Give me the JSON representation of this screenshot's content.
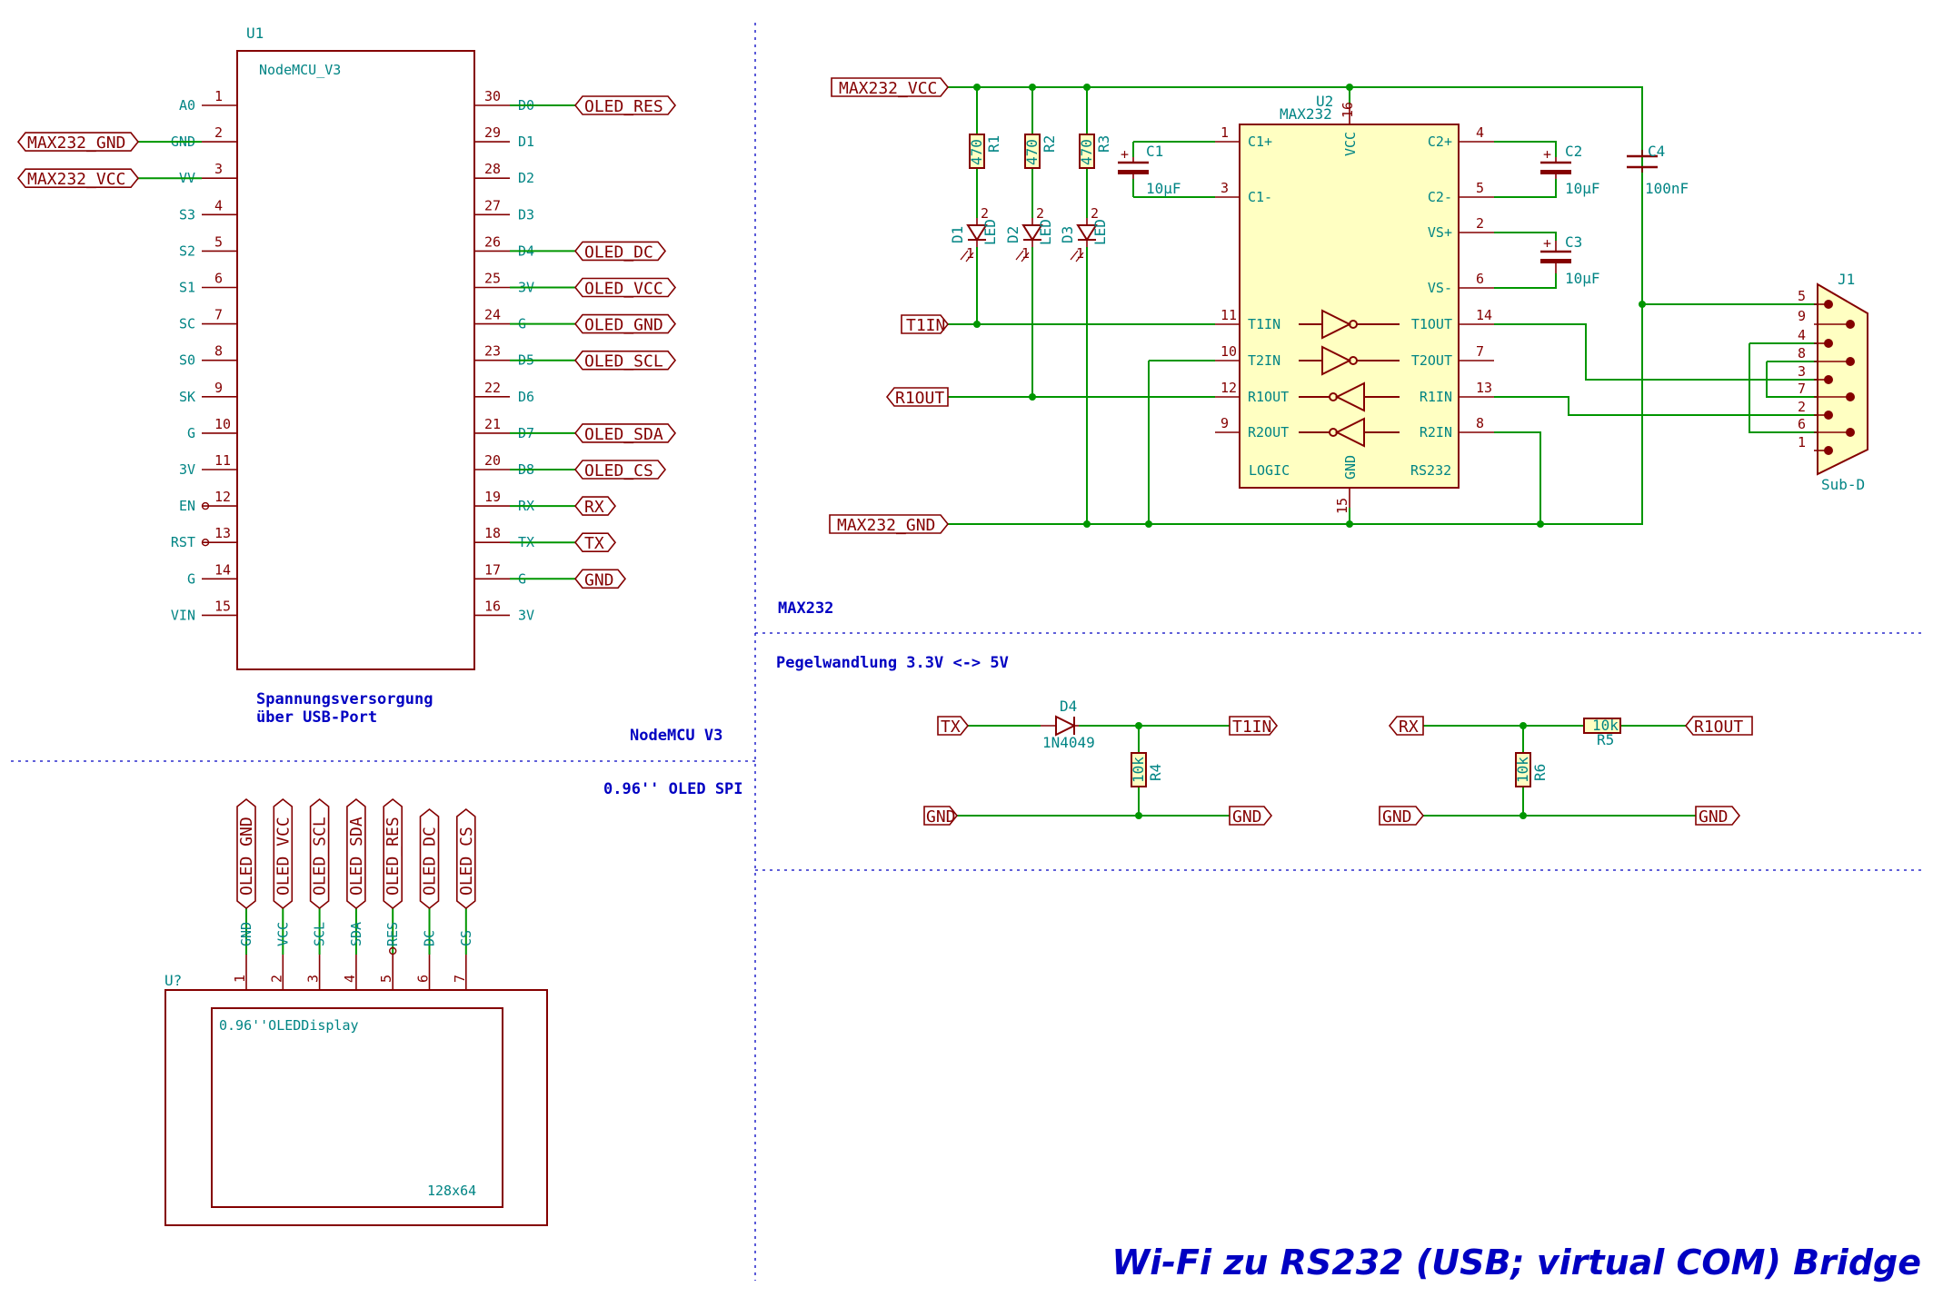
{
  "title": "Wi-Fi zu RS232 (USB; virtual COM) Bridge",
  "colors": {
    "wire": "#009600",
    "component": "#840000",
    "fill": "#ffffc2",
    "pin_text": "#008484",
    "note": "#0000c2",
    "sheet_border": "#0000c2"
  },
  "nodemcu": {
    "ref": "U1",
    "name": "NodeMCU_V3",
    "left_pins": [
      {
        "name": "A0",
        "num": "1",
        "label": ""
      },
      {
        "name": "GND",
        "num": "2",
        "label": "MAX232_GND"
      },
      {
        "name": "VV",
        "num": "3",
        "label": "MAX232_VCC"
      },
      {
        "name": "S3",
        "num": "4",
        "label": ""
      },
      {
        "name": "S2",
        "num": "5",
        "label": ""
      },
      {
        "name": "S1",
        "num": "6",
        "label": ""
      },
      {
        "name": "SC",
        "num": "7",
        "label": ""
      },
      {
        "name": "S0",
        "num": "8",
        "label": ""
      },
      {
        "name": "SK",
        "num": "9",
        "label": ""
      },
      {
        "name": "G",
        "num": "10",
        "label": ""
      },
      {
        "name": "3V",
        "num": "11",
        "label": ""
      },
      {
        "name": "EN",
        "num": "12",
        "label": ""
      },
      {
        "name": "RST",
        "num": "13",
        "label": ""
      },
      {
        "name": "G",
        "num": "14",
        "label": ""
      },
      {
        "name": "VIN",
        "num": "15",
        "label": ""
      }
    ],
    "right_pins": [
      {
        "name": "D0",
        "num": "30",
        "label": "OLED_RES"
      },
      {
        "name": "D1",
        "num": "29",
        "label": ""
      },
      {
        "name": "D2",
        "num": "28",
        "label": ""
      },
      {
        "name": "D3",
        "num": "27",
        "label": ""
      },
      {
        "name": "D4",
        "num": "26",
        "label": "OLED_DC"
      },
      {
        "name": "3V",
        "num": "25",
        "label": "OLED_VCC"
      },
      {
        "name": "G",
        "num": "24",
        "label": "OLED_GND"
      },
      {
        "name": "D5",
        "num": "23",
        "label": "OLED_SCL"
      },
      {
        "name": "D6",
        "num": "22",
        "label": ""
      },
      {
        "name": "D7",
        "num": "21",
        "label": "OLED_SDA"
      },
      {
        "name": "D8",
        "num": "20",
        "label": "OLED_CS"
      },
      {
        "name": "RX",
        "num": "19",
        "label": "RX"
      },
      {
        "name": "TX",
        "num": "18",
        "label": "TX"
      },
      {
        "name": "G",
        "num": "17",
        "label": "GND"
      },
      {
        "name": "3V",
        "num": "16",
        "label": ""
      }
    ],
    "power_note_1": "Spannungsversorgung",
    "power_note_2": "über USB-Port",
    "section_label": "NodeMCU V3"
  },
  "oled": {
    "section_label": "0.96'' OLED SPI",
    "ref": "U?",
    "name": "0.96''OLEDDisplay",
    "resolution": "128x64",
    "pins": [
      {
        "label": "OLED_GND",
        "name": "GND",
        "num": "1"
      },
      {
        "label": "OLED_VCC",
        "name": "VCC",
        "num": "2"
      },
      {
        "label": "OLED_SCL",
        "name": "SCL",
        "num": "3"
      },
      {
        "label": "OLED_SDA",
        "name": "SDA",
        "num": "4"
      },
      {
        "label": "OLED_RES",
        "name": "RES",
        "num": "5"
      },
      {
        "label": "OLED_DC",
        "name": "DC",
        "num": "6"
      },
      {
        "label": "OLED_CS",
        "name": "CS",
        "num": "7"
      }
    ]
  },
  "max232": {
    "section_label": "MAX232",
    "ref": "U2",
    "name": "MAX232",
    "labels": {
      "vcc": "MAX232_VCC",
      "gnd": "MAX232_GND",
      "t1in": "T1IN",
      "r1out": "R1OUT"
    },
    "left_pins": [
      {
        "name": "C1+",
        "num": "1"
      },
      {
        "name": "C1-",
        "num": "3"
      },
      {
        "name": "T1IN",
        "num": "11"
      },
      {
        "name": "T2IN",
        "num": "10"
      },
      {
        "name": "R1OUT",
        "num": "12"
      },
      {
        "name": "R2OUT",
        "num": "9"
      }
    ],
    "right_pins": [
      {
        "name": "C2+",
        "num": "4"
      },
      {
        "name": "C2-",
        "num": "5"
      },
      {
        "name": "VS+",
        "num": "2"
      },
      {
        "name": "VS-",
        "num": "6"
      },
      {
        "name": "T1OUT",
        "num": "14"
      },
      {
        "name": "T2OUT",
        "num": "7"
      },
      {
        "name": "R1IN",
        "num": "13"
      },
      {
        "name": "R2IN",
        "num": "8"
      }
    ],
    "vcc_pin": {
      "name": "VCC",
      "num": "16"
    },
    "gnd_pin": {
      "name": "GND",
      "num": "15"
    },
    "logic_text": "LOGIC",
    "rs232_text": "RS232",
    "resistors": [
      {
        "ref": "R1",
        "value": "470"
      },
      {
        "ref": "R2",
        "value": "470"
      },
      {
        "ref": "R3",
        "value": "470"
      }
    ],
    "leds": [
      {
        "ref": "D1",
        "value": "LED"
      },
      {
        "ref": "D2",
        "value": "LED"
      },
      {
        "ref": "D3",
        "value": "LED"
      }
    ],
    "led_pin_1": "1",
    "led_pin_2": "2",
    "caps": [
      {
        "ref": "C1",
        "value": "10µF"
      },
      {
        "ref": "C2",
        "value": "10µF"
      },
      {
        "ref": "C3",
        "value": "10µF"
      },
      {
        "ref": "C4",
        "value": "100nF"
      }
    ],
    "plus_sign": "+",
    "connector": {
      "ref": "J1",
      "name": "Sub-D",
      "pins": [
        "5",
        "9",
        "4",
        "8",
        "3",
        "7",
        "2",
        "6",
        "1"
      ]
    }
  },
  "level": {
    "section_label": "Pegelwandlung 3.3V <-> 5V",
    "left": {
      "tx": "TX",
      "t1in": "T1IN",
      "gnd_l": "GND",
      "gnd_r": "GND",
      "diode": {
        "ref": "D4",
        "value": "1N4049"
      },
      "resistor": {
        "ref": "R4",
        "value": "10k"
      }
    },
    "right": {
      "rx": "RX",
      "r1out": "R1OUT",
      "gnd_l": "GND",
      "gnd_r": "GND",
      "r_series": {
        "ref": "R5",
        "value": "10k"
      },
      "r_shunt": {
        "ref": "R6",
        "value": "10k"
      }
    }
  }
}
